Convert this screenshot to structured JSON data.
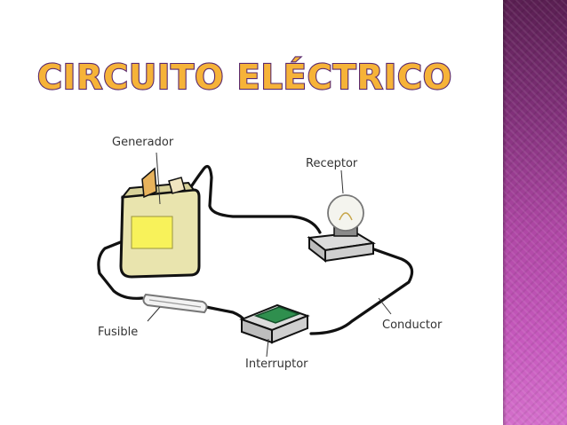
{
  "slide": {
    "title": "CIRCUITO ELÉCTRICO"
  },
  "diagram": {
    "labels": {
      "generator": "Generador",
      "receptor": "Receptor",
      "fuse": "Fusible",
      "switch": "Interruptor",
      "conductor": "Conductor"
    }
  },
  "colors": {
    "title_fill": "#F6B338",
    "title_stroke": "#5A2A6E",
    "wire": "#111111",
    "battery_body": "#E9E4AE",
    "battery_window": "#F8F25A",
    "switch_green": "#2F8F4E",
    "accent_strip": "#B048A6"
  }
}
